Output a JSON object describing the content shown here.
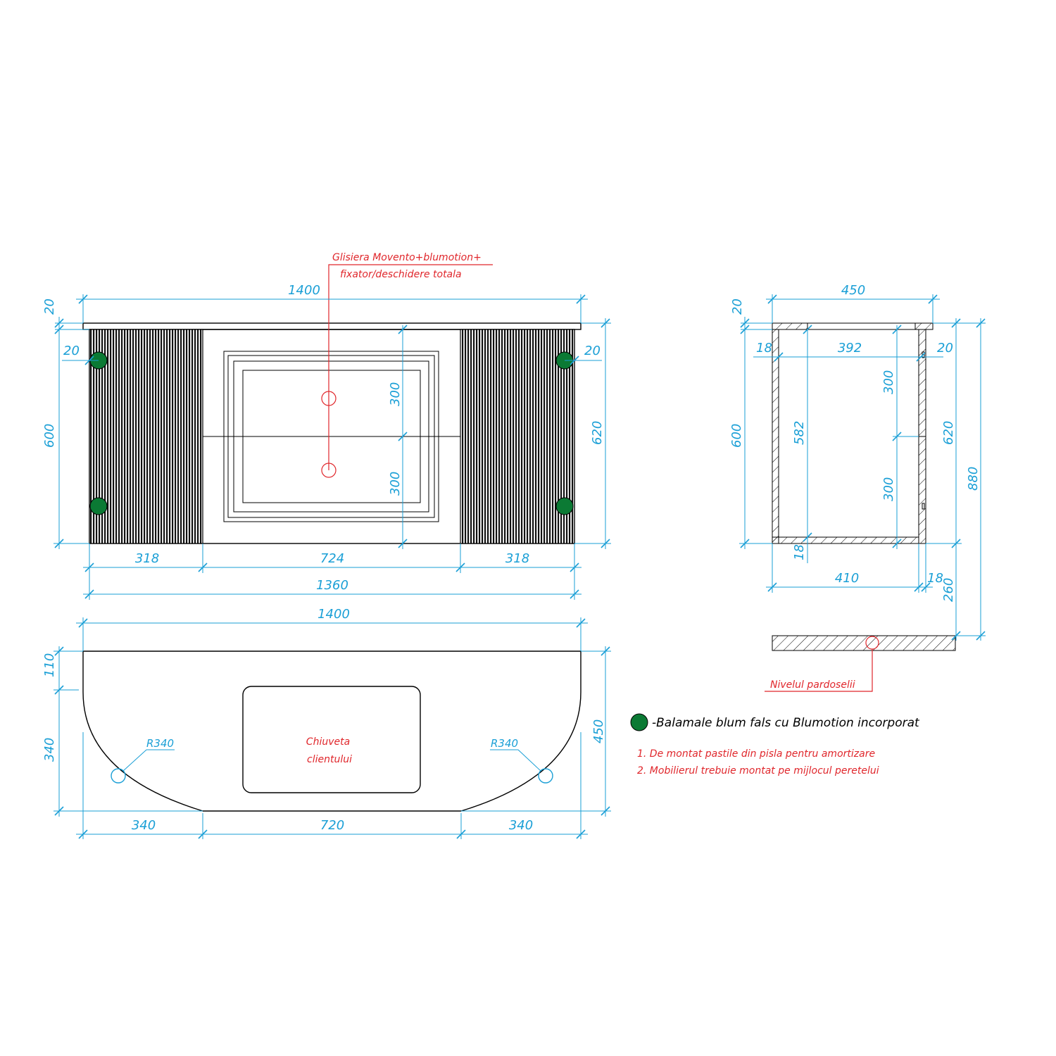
{
  "colors": {
    "dimension": "#1a9fd6",
    "annotation": "#e0262b",
    "hinge": "#0b7a34",
    "outline": "#000000"
  },
  "front_view": {
    "dims": {
      "total_width": "1400",
      "top_thickness": "20",
      "side_inset_left": "20",
      "side_inset_right": "20",
      "body_height": "600",
      "total_height": "620",
      "drawer_top": "300",
      "drawer_bottom": "300",
      "left_panel": "318",
      "center_panel": "724",
      "right_panel": "318",
      "body_width": "1360"
    },
    "callout": {
      "line1": "Glisiera Movento+blumotion+",
      "line2": "fixator/deschidere totala"
    }
  },
  "side_view": {
    "dims": {
      "depth": "450",
      "top_thickness": "20",
      "panel_18_left": "18",
      "inner_depth": "392",
      "front_gap": "20",
      "body_height": "600",
      "inner_height": "582",
      "drawer_top": "300",
      "drawer_bottom": "300",
      "total_height": "620",
      "overall_height": "880",
      "bottom_thickness": "18",
      "bottom_depth": "410",
      "back_thickness": "18",
      "floor_gap": "260"
    },
    "floor_label": "Nivelul pardoselii"
  },
  "top_view": {
    "dims": {
      "total_width": "1400",
      "straight_depth": "110",
      "curve_depth": "340",
      "total_depth": "450",
      "left_radius_width": "340",
      "center_width": "720",
      "right_radius_width": "340",
      "radius_left": "R340",
      "radius_right": "R340"
    },
    "sink_label_line1": "Chiuveta",
    "sink_label_line2": "clientului"
  },
  "legend": {
    "hinge_text": "-Balamale blum fals cu Blumotion incorporat",
    "note1": "1. De montat pastile din pisla pentru amortizare",
    "note2": "2. Mobilierul trebuie montat pe mijlocul peretelui"
  }
}
